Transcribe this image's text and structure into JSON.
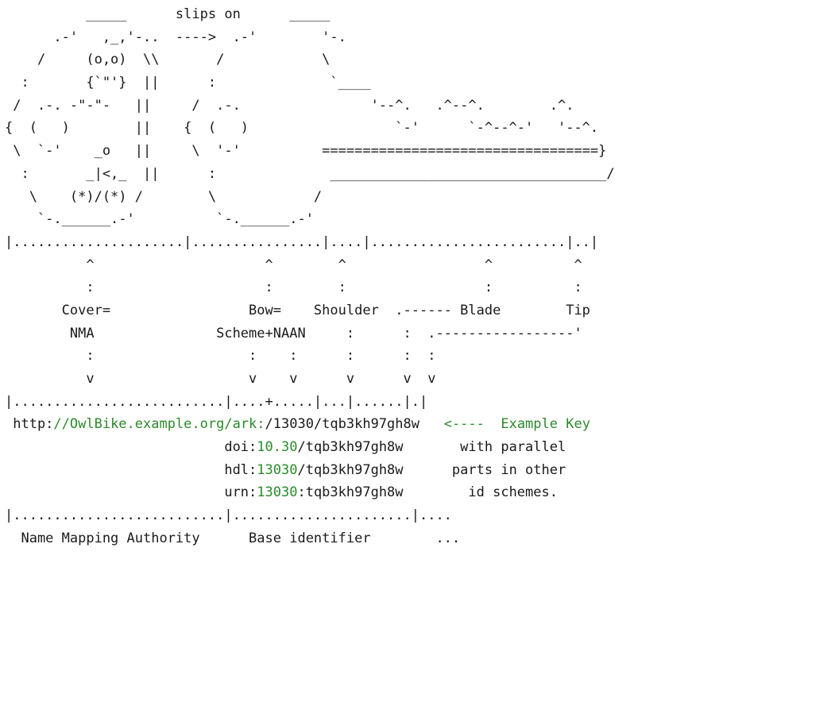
{
  "colors": {
    "text": "#1a1a1a",
    "highlight": "#2b8a2b",
    "background": "#ffffff"
  },
  "lines": [
    [
      {
        "t": "          _____      slips on      _____"
      }
    ],
    [
      {
        "t": "      .-'   ,_,'-..  ---->  .-'        '-."
      }
    ],
    [
      {
        "t": "    /     (o,o)  \\\\       /            \\"
      }
    ],
    [
      {
        "t": "  :       {`\"'}  ||      :              `____"
      }
    ],
    [
      {
        "t": " /  .-. -\"-\"-   ||     /  .-.                '--^.   .^--^.        .^."
      }
    ],
    [
      {
        "t": "{  (   )        ||    {  (   )                  `-'      `-^--^-'   '--^."
      }
    ],
    [
      {
        "t": " \\  `-'    _o   ||     \\  '-'          ==================================}"
      }
    ],
    [
      {
        "t": "  :       _|<,_  ||      :              __________________________________/"
      }
    ],
    [
      {
        "t": "   \\    (*)/(*) /        \\            /"
      }
    ],
    [
      {
        "t": "    `-.______.-'          `-.______.-'"
      }
    ],
    [
      {
        "t": "|.....................|................|....|........................|..|"
      }
    ],
    [
      {
        "t": "          ^                     ^        ^                 ^          ^"
      }
    ],
    [
      {
        "t": "          :                     :        :                 :          :"
      }
    ],
    [
      {
        "t": "       Cover=                 Bow=    Shoulder  .------ Blade        Tip"
      }
    ],
    [
      {
        "t": "        NMA               Scheme+NAAN     :      :  .-----------------'"
      }
    ],
    [
      {
        "t": "          :                   :    :      :      :  :"
      }
    ],
    [
      {
        "t": "          v                   v    v      v      v  v"
      }
    ],
    [
      {
        "t": "|..........................|....+.....|...|......|.|"
      }
    ],
    [
      {
        "t": " http:"
      },
      {
        "t": "//OwlBike.example.org/ark:",
        "c": "green"
      },
      {
        "t": "/13030/tqb3kh97gh8w   "
      },
      {
        "t": "<----  Example Key",
        "c": "green"
      }
    ],
    [
      {
        "t": "                           doi:"
      },
      {
        "t": "10.30",
        "c": "green"
      },
      {
        "t": "/tqb3kh97gh8w       with parallel"
      }
    ],
    [
      {
        "t": "                           hdl:"
      },
      {
        "t": "13030",
        "c": "green"
      },
      {
        "t": "/tqb3kh97gh8w      parts in other"
      }
    ],
    [
      {
        "t": "                           urn:"
      },
      {
        "t": "13030",
        "c": "green"
      },
      {
        "t": ":tqb3kh97gh8w        id schemes."
      }
    ],
    [
      {
        "t": "|..........................|......................|...."
      }
    ],
    [
      {
        "t": "  Name Mapping Authority      Base identifier        ..."
      }
    ]
  ]
}
